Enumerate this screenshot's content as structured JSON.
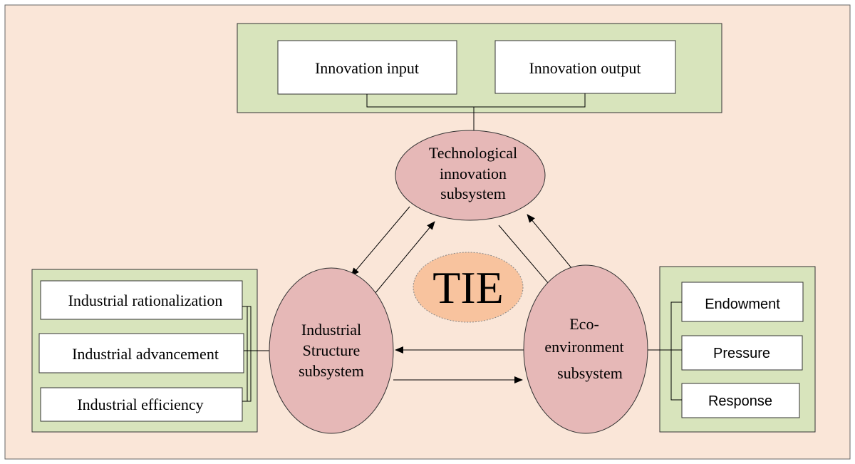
{
  "center_label": "TIE",
  "tech": {
    "label_lines": [
      "Technological",
      "innovation",
      "subsystem"
    ],
    "boxes": [
      "Innovation input",
      "Innovation output"
    ]
  },
  "industrial": {
    "label_lines": [
      "Industrial",
      "Structure",
      "subsystem"
    ],
    "boxes": [
      "Industrial rationalization",
      "Industrial advancement",
      "Industrial efficiency"
    ]
  },
  "eco": {
    "label_lines": [
      "Eco-",
      "environment",
      "subsystem"
    ],
    "boxes": [
      "Endowment",
      "Pressure",
      "Response"
    ]
  },
  "colors": {
    "background": "#fae6d8",
    "group_fill": "#d8e4bc",
    "box_fill": "#ffffff",
    "ellipse_fill": "#e6b8b7",
    "center_fill": "#f8c39e"
  }
}
